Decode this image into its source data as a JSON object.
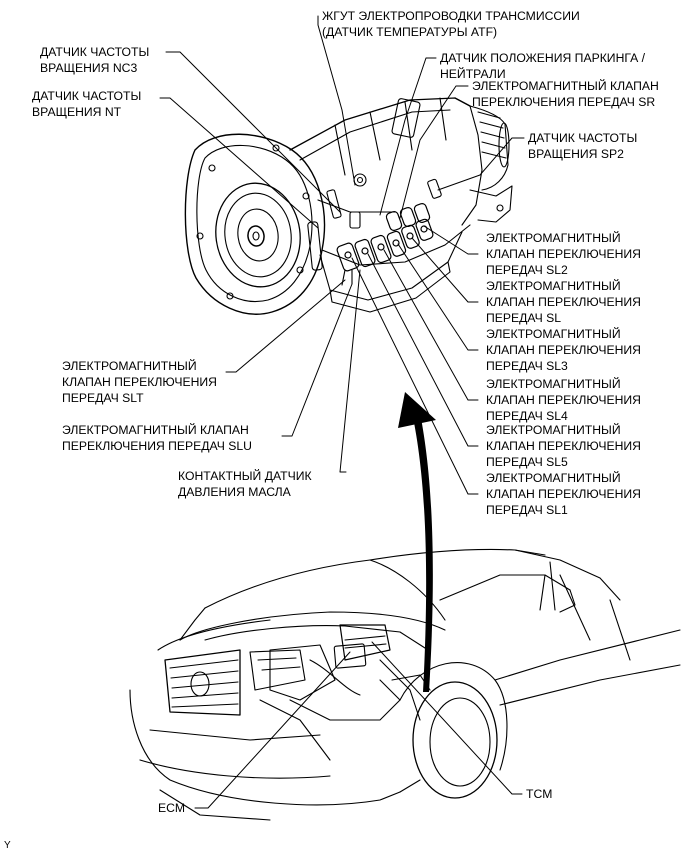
{
  "labels": {
    "atf_harness": "ЖГУТ ЭЛЕКТРОПРОВОДКИ ТРАНСМИССИИ\n(ДАТЧИК ТЕМПЕРАТУРЫ ATF)",
    "nc3": "ДАТЧИК ЧАСТОТЫ\nВРАЩЕНИЯ NC3",
    "nt": "ДАТЧИК ЧАСТОТЫ\nВРАЩЕНИЯ NT",
    "park_neutral": "ДАТЧИК ПОЛОЖЕНИЯ ПАРКИНГА /\nНЕЙТРАЛИ",
    "sr": "ЭЛЕКТРОМАГНИТНЫЙ КЛАПАН\nПЕРЕКЛЮЧЕНИЯ ПЕРЕДАЧ SR",
    "sp2": "ДАТЧИК ЧАСТОТЫ\nВРАЩЕНИЯ SP2",
    "sl2": "ЭЛЕКТРОМАГНИТНЫЙ\nКЛАПАН ПЕРЕКЛЮЧЕНИЯ\nПЕРЕДАЧ SL2",
    "sl": "ЭЛЕКТРОМАГНИТНЫЙ\nКЛАПАН ПЕРЕКЛЮЧЕНИЯ\nПЕРЕДАЧ SL",
    "sl3": "ЭЛЕКТРОМАГНИТНЫЙ\nКЛАПАН ПЕРЕКЛЮЧЕНИЯ\nПЕРЕДАЧ SL3",
    "sl4": "ЭЛЕКТРОМАГНИТНЫЙ\nКЛАПАН ПЕРЕКЛЮЧЕНИЯ\nПЕРЕДАЧ SL4",
    "sl5": "ЭЛЕКТРОМАГНИТНЫЙ\nКЛАПАН ПЕРЕКЛЮЧЕНИЯ\nПЕРЕДАЧ SL5",
    "sl1": "ЭЛЕКТРОМАГНИТНЫЙ\nКЛАПАН ПЕРЕКЛЮЧЕНИЯ\nПЕРЕДАЧ SL1",
    "slt": "ЭЛЕКТРОМАГНИТНЫЙ\nКЛАПАН ПЕРЕКЛЮЧЕНИЯ\nПЕРЕДАЧ SLT",
    "slu": "ЭЛЕКТРОМАГНИТНЫЙ КЛАПАН\nПЕРЕКЛЮЧЕНИЯ ПЕРЕДАЧ SLU",
    "oil_pressure": "КОНТАКТНЫЙ ДАТЧИК\nДАВЛЕНИЯ МАСЛА",
    "ecm": "ECM",
    "tcm": "TCM"
  },
  "figure_code": "Y"
}
